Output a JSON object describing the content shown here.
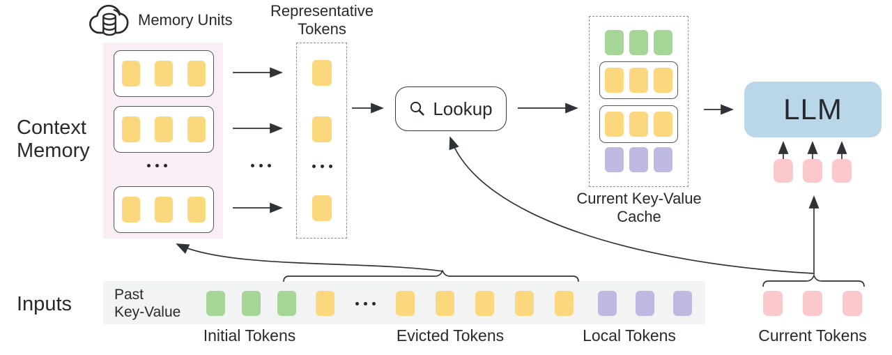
{
  "palette": {
    "yellow": "#fbd77e",
    "green": "#a5d697",
    "purple": "#bdb9e1",
    "pink": "#fbc8cc",
    "llm_blue": "#b9d7e8",
    "panel_pink": "#f9eef6",
    "strip_gray": "#f2f4f4",
    "line": "#2e3338",
    "text": "#26292e",
    "border_gray": "#8d9196",
    "unit_border": "#53575c"
  },
  "labels": {
    "memory_units": "Memory Units",
    "context_line1": "Context",
    "context_line2": "Memory",
    "representative_line1": "Representative",
    "representative_line2": "Tokens",
    "lookup": "Lookup",
    "cache_line1": "Current Key-Value",
    "cache_line2": "Cache",
    "llm": "LLM",
    "inputs": "Inputs",
    "past_kv_line1": "Past",
    "past_kv_line2": "Key-Value",
    "initial_tokens": "Initial Tokens",
    "evicted_tokens": "Evicted Tokens",
    "local_tokens": "Local Tokens",
    "current_tokens": "Current Tokens"
  },
  "memory": {
    "units": [
      [
        "yellow",
        "yellow",
        "yellow"
      ],
      [
        "yellow",
        "yellow",
        "yellow"
      ],
      [
        "yellow",
        "yellow",
        "yellow"
      ]
    ]
  },
  "representative": {
    "rows": [
      [
        "yellow"
      ],
      [
        "yellow"
      ],
      [
        "yellow"
      ]
    ]
  },
  "cache": {
    "rows": [
      [
        "green",
        "green",
        "green"
      ],
      [
        "yellow",
        "yellow",
        "yellow"
      ],
      [
        "yellow",
        "yellow",
        "yellow"
      ],
      [
        "purple",
        "purple",
        "purple"
      ]
    ]
  },
  "llm": {
    "input_tokens": [
      "pink",
      "pink",
      "pink"
    ]
  },
  "strip": {
    "initial": [
      "green",
      "green",
      "green"
    ],
    "evicted_head": [
      "yellow"
    ],
    "evicted_tail": [
      "yellow",
      "yellow",
      "yellow",
      "yellow",
      "yellow"
    ],
    "local": [
      "purple",
      "purple",
      "purple"
    ]
  },
  "current": {
    "tokens": [
      "pink",
      "pink",
      "pink"
    ]
  }
}
